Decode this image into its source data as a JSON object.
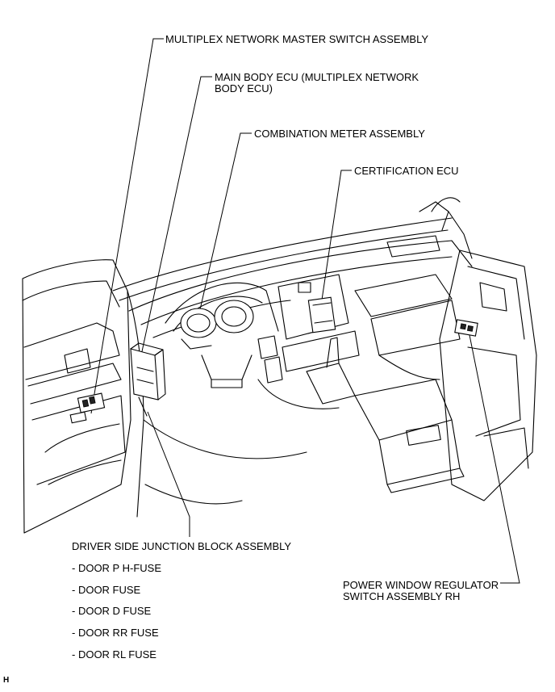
{
  "labels": {
    "master_switch": "MULTIPLEX NETWORK MASTER SWITCH ASSEMBLY",
    "main_body_ecu_line1": "MAIN BODY ECU (MULTIPLEX NETWORK",
    "main_body_ecu_line2": "BODY ECU)",
    "combination_meter": "COMBINATION METER ASSEMBLY",
    "certification_ecu": "CERTIFICATION ECU",
    "junction_block": "DRIVER SIDE JUNCTION BLOCK ASSEMBLY",
    "power_window_line1": "POWER WINDOW REGULATOR",
    "power_window_line2": "SWITCH ASSEMBLY RH"
  },
  "fuses": [
    "- DOOR P H-FUSE",
    "- DOOR FUSE",
    "- DOOR D FUSE",
    "- DOOR RR FUSE",
    "- DOOR RL FUSE"
  ],
  "corner_mark": "H"
}
